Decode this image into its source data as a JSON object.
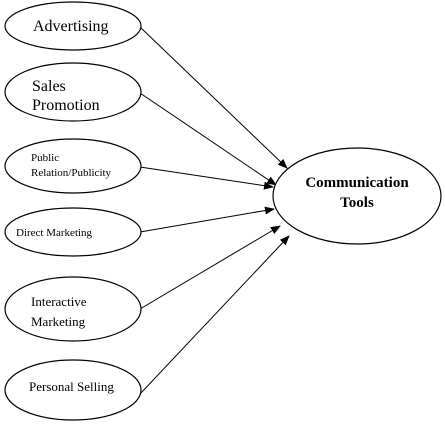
{
  "sources": [
    {
      "id": "advertising",
      "lines": [
        "Advertising"
      ]
    },
    {
      "id": "sales-promotion",
      "lines": [
        "Sales",
        "Promotion"
      ]
    },
    {
      "id": "public-relation",
      "lines": [
        "Public",
        "Relation/Publicity"
      ]
    },
    {
      "id": "direct-marketing",
      "lines": [
        "Direct Marketing"
      ]
    },
    {
      "id": "interactive-marketing",
      "lines": [
        "Interactive",
        "Marketing"
      ]
    },
    {
      "id": "personal-selling",
      "lines": [
        "Personal Selling"
      ]
    }
  ],
  "target": {
    "id": "communication-tools",
    "lines": [
      "Communication",
      "Tools"
    ]
  },
  "colors": {
    "stroke": "#000000",
    "fill": "#ffffff",
    "text": "#000000"
  }
}
